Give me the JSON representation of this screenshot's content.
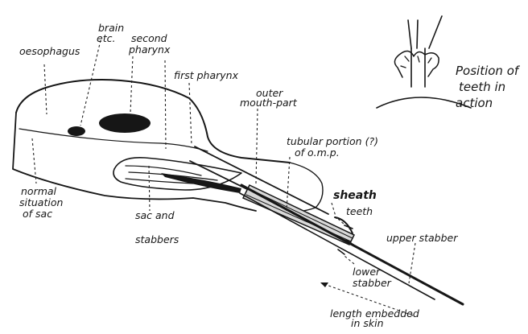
{
  "labels": {
    "oesophagus": "oesophagus",
    "brain_line1": "brain",
    "brain_line2": "etc.",
    "second_line1": "second",
    "second_line2": "pharynx",
    "first_pharynx": "first pharynx",
    "outer_line1": "outer",
    "outer_line2": "mouth-part",
    "tubular_line1": "tubular portion (?)",
    "tubular_line2": "of o.m.p.",
    "normal_line1": "normal",
    "normal_line2": "situation",
    "normal_line3": "of sac",
    "sac_line1": "sac and",
    "sac_line2": "stabbers",
    "sheath": "sheath",
    "teeth": "teeth",
    "upper_stabber": "upper stabber",
    "lower_line1": "lower",
    "lower_line2": "stabber",
    "length_line1": "length embedded",
    "length_line2": "in skin",
    "position_line1": "Position of",
    "position_line2": "teeth in",
    "position_line3": "action"
  }
}
